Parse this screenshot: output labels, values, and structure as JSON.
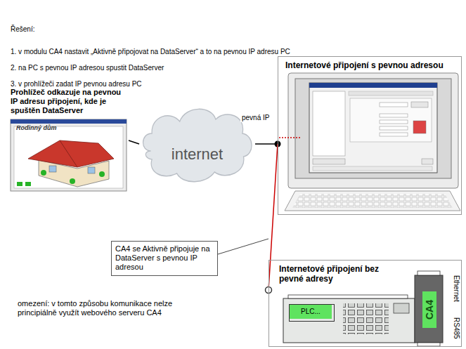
{
  "diagram": {
    "nodes": [
      {
        "text": [
          "Internetové připojení s pevnou adresou"
        ]
      },
      {
        "text": [
          "Prohlížeč odkazuje na pevnou IP adresu připojení, kde je spuštěn DataServer",
          "Rodinný dům"
        ]
      },
      {
        "text": [
          "internet"
        ]
      },
      {
        "text": [
          "CA4 se Aktivně připojuje na DataServer s pevnou IP adresou"
        ]
      },
      {
        "text": [
          "Internetové připojení bez pevné adresy"
        ]
      },
      {
        "text": [
          "PLC..."
        ],
        "in": 4
      },
      {
        "text": [
          "CA4"
        ],
        "in": 4
      }
    ],
    "edges": [
      {
        "from": 1,
        "to": 2,
        "arrow": "none"
      },
      {
        "from": 2,
        "to": 0,
        "arrow": "none"
      },
      {
        "from": 4,
        "to": 0,
        "arrow": "none"
      }
    ],
    "labels": [
      "Řešení:",
      "1. v modulu CA4 nastavit „Aktivně připojovat na DataServer“ a to na pevnou IP adresu PC",
      "2. na PC s pevnou IP adresou spustit DataServer",
      "3. v prohlížeči zadat IP pevnou adresu PC",
      "pevná IP",
      "Ethernet",
      "RS485",
      "omezení: v tomto způsobu komunikace nelze principiálně využít webového serveru CA4"
    ]
  }
}
